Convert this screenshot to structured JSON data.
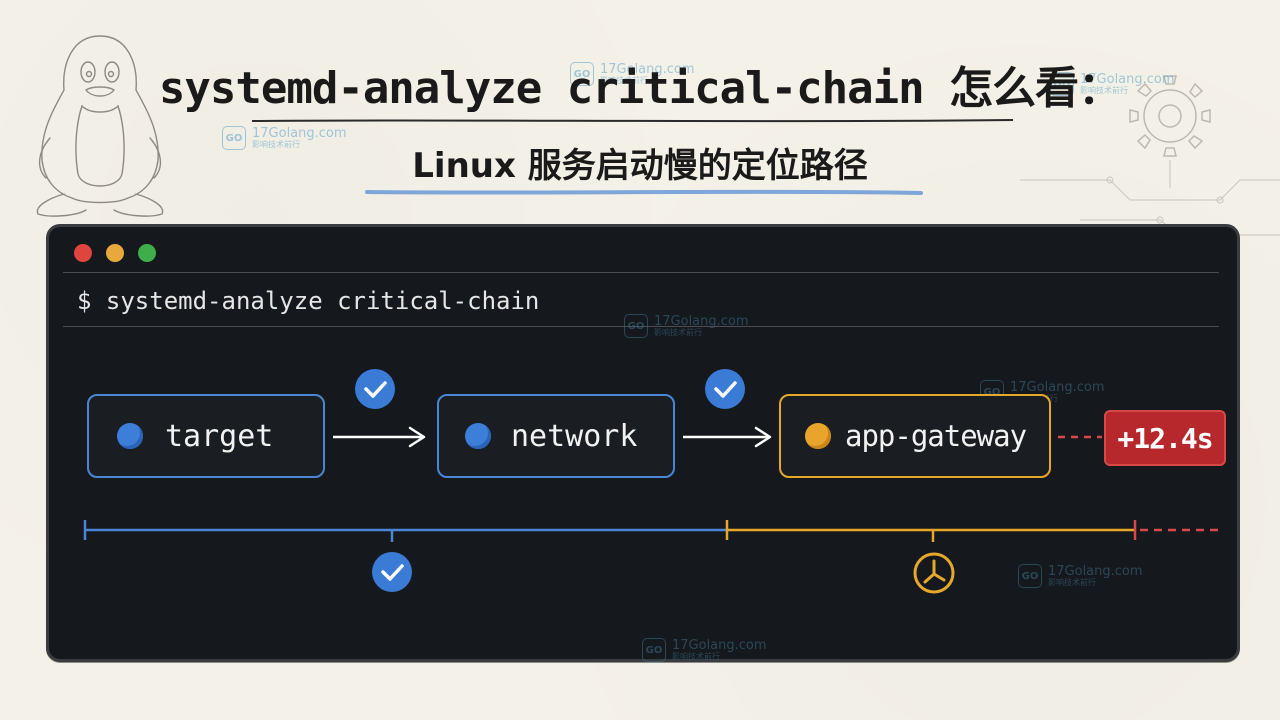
{
  "title": "systemd-analyze critical-chain 怎么看：",
  "subtitle": "Linux 服务启动慢的定位路径",
  "watermark": {
    "site": "17Golang.com",
    "sub": "影响技术前行",
    "logo_text": "GO"
  },
  "terminal": {
    "command": "$ systemd-analyze critical-chain"
  },
  "chain": {
    "units": [
      {
        "label": "target",
        "status": "ok",
        "color": "#4a86d6"
      },
      {
        "label": "network",
        "status": "ok",
        "color": "#4a86d6"
      },
      {
        "label": "app-gateway",
        "status": "slow",
        "color": "#e5a82b"
      }
    ],
    "delay_label": "+12.4s",
    "delay_color": "#b6282c"
  },
  "icons": {
    "check": "check-circle-icon",
    "clock": "clock-icon"
  },
  "colors": {
    "ok": "#4a86d6",
    "slow": "#e5a82b",
    "delay": "#d84848",
    "terminal_bg": "#15181c"
  }
}
